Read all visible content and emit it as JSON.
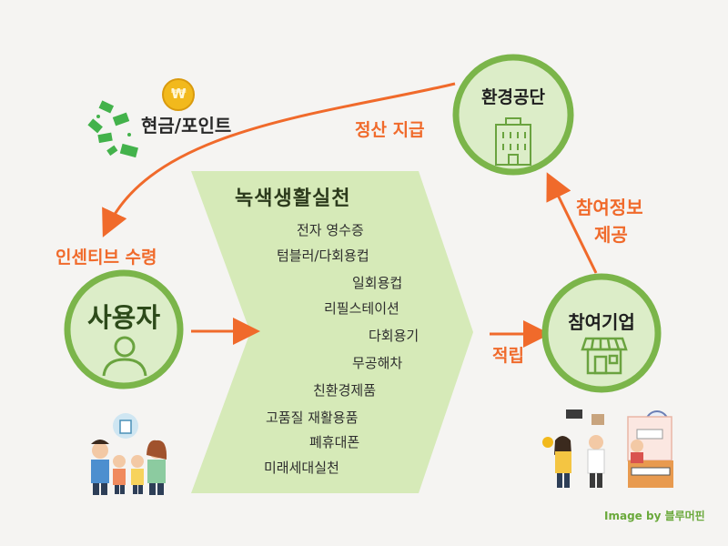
{
  "nodes": {
    "agency": {
      "label": "환경공단"
    },
    "user": {
      "label": "사용자"
    },
    "company": {
      "label": "참여기업"
    }
  },
  "labels": {
    "cash_points": "현금/포인트",
    "settlement": "정산 지급",
    "incentive": "인센티브 수령",
    "info_line1": "참여정보",
    "info_line2": "제공",
    "accumulate": "적립"
  },
  "practice": {
    "title": "녹색생활실천",
    "items": [
      "전자 영수증",
      "텀블러/다회용컵",
      "일회용컵",
      "리필스테이션",
      "다회용기",
      "무공해차",
      "친환경제품",
      "고품질 재활용품",
      "폐휴대폰",
      "미래세대실천"
    ]
  },
  "coin_symbol": "₩",
  "credit": "Image by 블루머핀",
  "colors": {
    "circle_border": "#7bb54a",
    "circle_fill": "#dcedc8",
    "chevron_fill": "#d6eab8",
    "arrow": "#f06a2b",
    "money": "#43b24b",
    "coin": "#f2b91c"
  }
}
